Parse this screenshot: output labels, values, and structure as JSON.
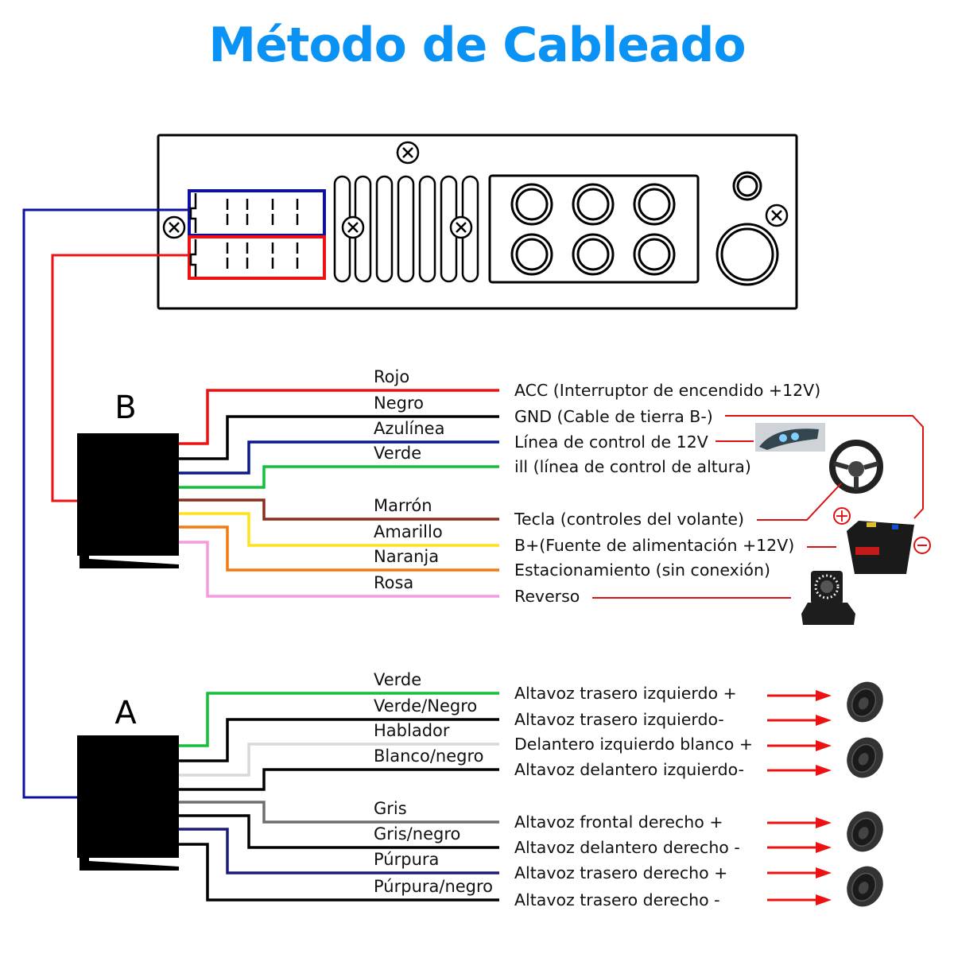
{
  "title": "Método de Cableado",
  "head_unit": {
    "screw_icon": "x-screw-icon",
    "connector_b_color": "#1010a0",
    "connector_a_color": "#ee1111"
  },
  "connector_b": {
    "label": "B",
    "wires": [
      {
        "name": "Rojo",
        "color": "#ee1111",
        "function": "ACC (Interruptor de encendido +12V)"
      },
      {
        "name": "Negro",
        "color": "#000000",
        "function": "GND (Cable de tierra B-)"
      },
      {
        "name": "Azulínea",
        "color": "#0a1a8c",
        "function": "Línea de control de 12V"
      },
      {
        "name": "Verde",
        "color": "#12c03c",
        "function": "ill (línea de control de altura)"
      },
      {
        "name": "Marrón",
        "color": "#8b2f1c",
        "function": "Tecla (controles del volante)"
      },
      {
        "name": "Amarillo",
        "color": "#ffe21a",
        "function": "B+(Fuente de alimentación +12V)"
      },
      {
        "name": "Naranja",
        "color": "#f47a10",
        "function": "Estacionamiento (sin conexión)"
      },
      {
        "name": "Rosa",
        "color": "#f59ae0",
        "function": "Reverso"
      }
    ],
    "accessories": [
      {
        "name": "headlight-image",
        "label": "headlight"
      },
      {
        "name": "steering-wheel-image",
        "label": "steering wheel"
      },
      {
        "name": "battery-image",
        "label": "battery"
      },
      {
        "name": "reverse-camera-image",
        "label": "camera"
      }
    ],
    "battery_plus": "+",
    "battery_minus": "−",
    "annotation_color": "#dd1111"
  },
  "connector_a": {
    "label": "A",
    "wires": [
      {
        "name": "Verde",
        "color": "#12c03c",
        "function": "Altavoz trasero izquierdo +"
      },
      {
        "name": "Verde/Negro",
        "color": "#000000",
        "function": "Altavoz trasero izquierdo-"
      },
      {
        "name": "Hablador",
        "color": "#d8d8d8",
        "function": "Delantero izquierdo blanco +"
      },
      {
        "name": "Blanco/negro",
        "color": "#000000",
        "function": "Altavoz delantero izquierdo-"
      },
      {
        "name": "Gris",
        "color": "#6e6e6e",
        "function": "Altavoz frontal derecho +"
      },
      {
        "name": "Gris/negro",
        "color": "#000000",
        "function": "Altavoz delantero derecho -"
      },
      {
        "name": "Púrpura",
        "color": "#1c1c78",
        "function": "Altavoz trasero derecho +"
      },
      {
        "name": "Púrpura/negro",
        "color": "#000000",
        "function": "Altavoz trasero derecho -"
      }
    ],
    "speaker_icon": "speaker-icon",
    "arrow_color": "#ee1111"
  }
}
